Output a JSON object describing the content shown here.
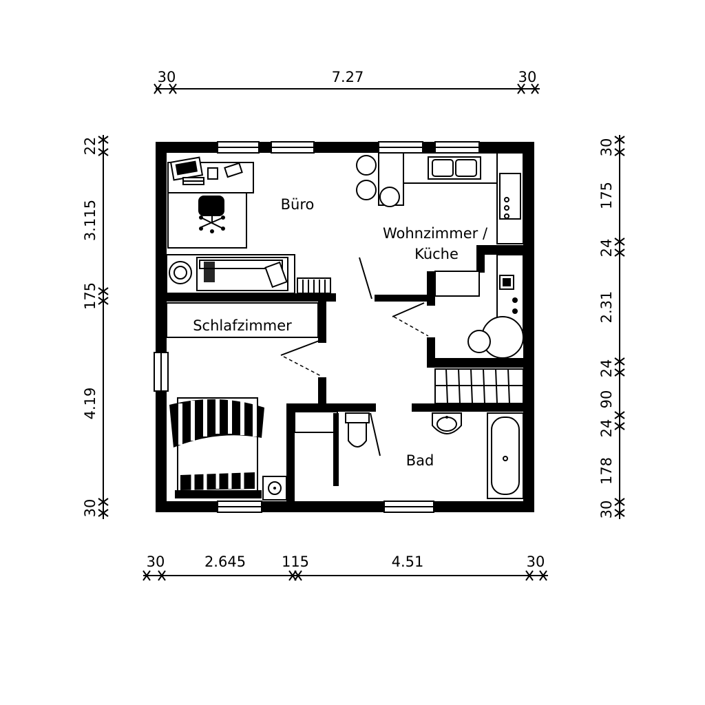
{
  "rooms": {
    "buero": "Büro",
    "wohnzimmer_line1": "Wohnzimmer /",
    "wohnzimmer_line2": "Küche",
    "schlafzimmer": "Schlafzimmer",
    "bad": "Bad"
  },
  "dimensions": {
    "top": [
      "30",
      "7.27",
      "30"
    ],
    "bottom": [
      "30",
      "2.645",
      "115",
      "4.51",
      "30"
    ],
    "left": [
      "22",
      "3.115",
      "175",
      "4.19",
      "30"
    ],
    "right": [
      "30",
      "175",
      "24",
      "2.31",
      "24",
      "90",
      "24",
      "178",
      "30"
    ]
  }
}
